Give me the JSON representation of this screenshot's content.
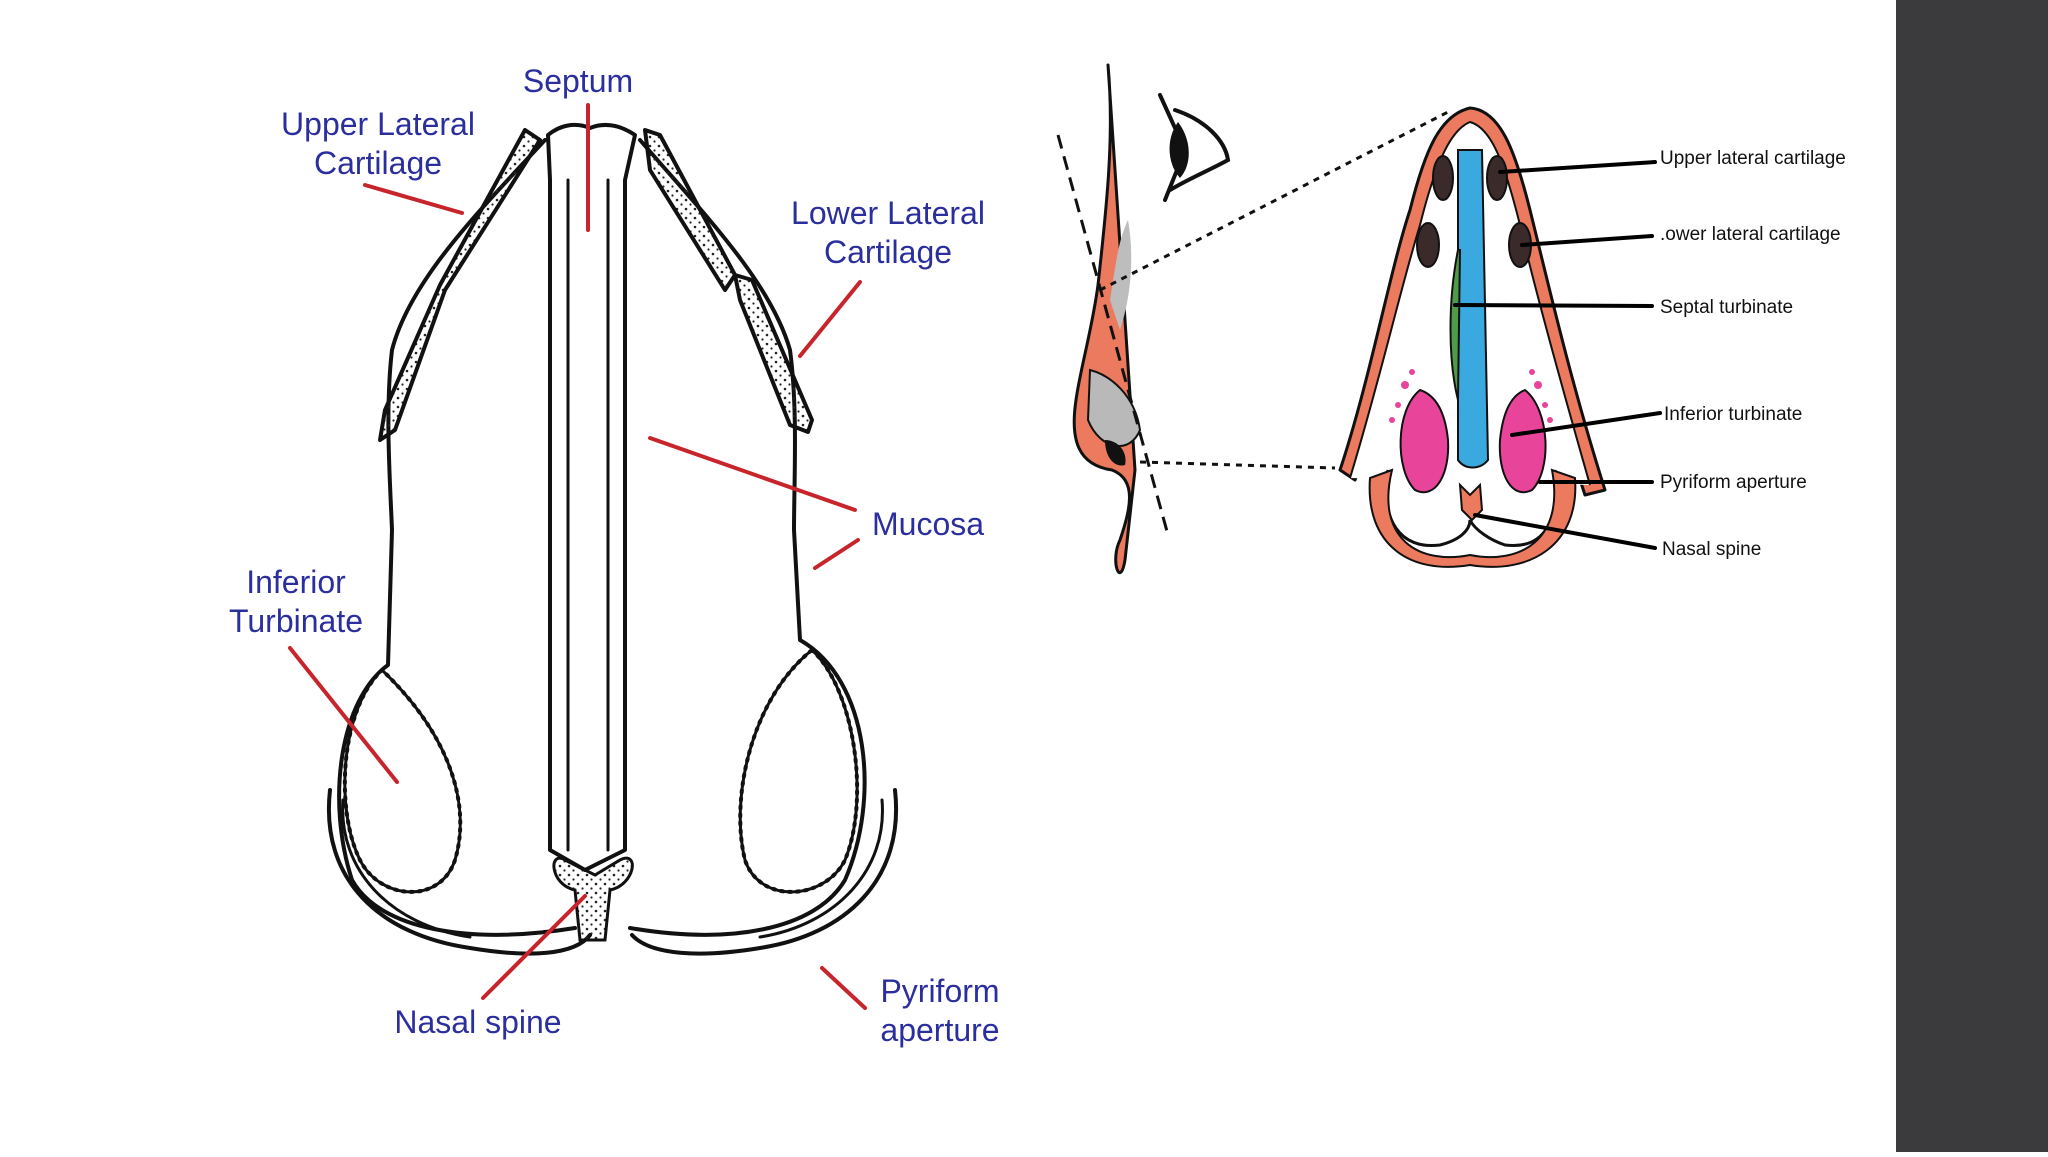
{
  "colors": {
    "background": "#ffffff",
    "side_bar": "#3b3b3d",
    "label_blue": "#2b2f9e",
    "leader_red": "#c8242b",
    "mucosa_orange": "#ec7a5e",
    "septum_blue": "#3aa9df",
    "septum_green": "#4f9b4a",
    "turbinate_pink": "#e8449a"
  },
  "left_diagram": {
    "labels": {
      "septum": "Septum",
      "upper_lateral_1": "Upper Lateral",
      "upper_lateral_2": "Cartilage",
      "lower_lateral_1": "Lower Lateral",
      "lower_lateral_2": "Cartilage",
      "mucosa": "Mucosa",
      "inferior_1": "Inferior",
      "inferior_2": "Turbinate",
      "nasal_spine": "Nasal spine",
      "pyriform_1": "Pyriform",
      "pyriform_2": "aperture"
    }
  },
  "right_diagram": {
    "labels": {
      "upper_lateral": "Upper lateral cartilage",
      "lower_lateral": ".ower lateral cartilage",
      "septal_turbinate": "Septal turbinate",
      "inferior_turbinate": "Inferior turbinate",
      "pyriform": "Pyriform aperture",
      "nasal_spine": "Nasal spine"
    },
    "icons": [
      "eye-icon",
      "nose-profile-icon"
    ]
  }
}
